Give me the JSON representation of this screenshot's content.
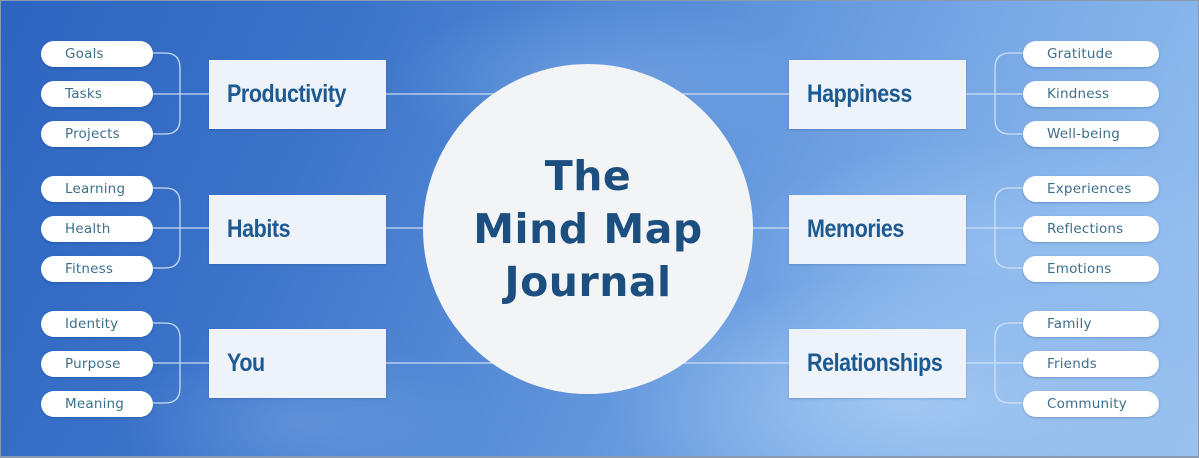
{
  "title": {
    "lines": [
      "The",
      "Mind Map",
      "Journal"
    ]
  },
  "colors": {
    "background_start": "#2c64c0",
    "background_end": "#9ac2f0",
    "circle_fill": "#f3f4f5",
    "title_text": "#1c4f80",
    "category_box_fill": "#eef3f9",
    "category_text": "#1d5a92",
    "pill_fill": "#ffffff",
    "pill_text": "#3d6f8c",
    "connector": "#cfe0f5"
  },
  "left": [
    {
      "label": "Productivity",
      "items": [
        "Goals",
        "Tasks",
        "Projects"
      ]
    },
    {
      "label": "Habits",
      "items": [
        "Learning",
        "Health",
        "Fitness"
      ]
    },
    {
      "label": "You",
      "items": [
        "Identity",
        "Purpose",
        "Meaning"
      ]
    }
  ],
  "right": [
    {
      "label": "Happiness",
      "items": [
        "Gratitude",
        "Kindness",
        "Well-being"
      ]
    },
    {
      "label": "Memories",
      "items": [
        "Experiences",
        "Reflections",
        "Emotions"
      ]
    },
    {
      "label": "Relationships",
      "items": [
        "Family",
        "Friends",
        "Community"
      ]
    }
  ]
}
